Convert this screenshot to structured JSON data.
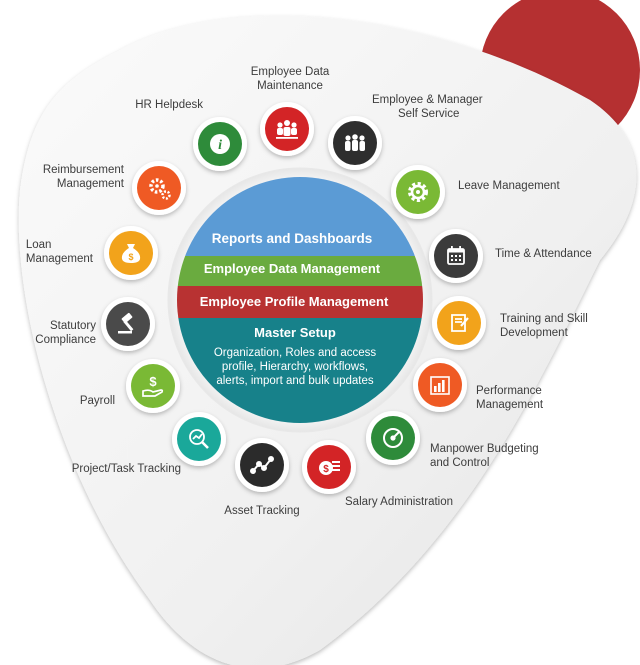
{
  "center": {
    "reports": "Reports and Dashboards",
    "data_mgmt": "Employee Data Management",
    "profile_mgmt": "Employee Profile Management",
    "master_title": "Master Setup",
    "master_lines": [
      "Organization, Roles and access",
      "profile, Hierarchy, workflows,",
      "alerts, import and bulk updates"
    ]
  },
  "modules": [
    {
      "id": "employee-data-maintenance",
      "label": [
        "Employee Data",
        "Maintenance"
      ],
      "color": "#d32426",
      "icon": "people-group-icon"
    },
    {
      "id": "employee-manager-self-service",
      "label": [
        "Employee & Manager",
        "Self Service"
      ],
      "color": "#2e2e2e",
      "icon": "group-presentation-icon"
    },
    {
      "id": "leave-management",
      "label": [
        "Leave Management"
      ],
      "color": "#7ab935",
      "icon": "gear-icon"
    },
    {
      "id": "time-attendance",
      "label": [
        "Time & Attendance"
      ],
      "color": "#3b3b3b",
      "icon": "calendar-icon"
    },
    {
      "id": "training-skill-development",
      "label": [
        "Training and Skill",
        "Development"
      ],
      "color": "#f2a31b",
      "icon": "certificate-icon"
    },
    {
      "id": "performance-management",
      "label": [
        "Performance",
        "Management"
      ],
      "color": "#ef5a24",
      "icon": "bar-chart-icon"
    },
    {
      "id": "manpower-budgeting",
      "label": [
        "Manpower Budgeting",
        "and Control"
      ],
      "color": "#2e8b3a",
      "icon": "gauge-icon"
    },
    {
      "id": "salary-administration",
      "label": [
        "Salary Administration"
      ],
      "color": "#d32426",
      "icon": "money-icon"
    },
    {
      "id": "asset-tracking",
      "label": [
        "Asset Tracking"
      ],
      "color": "#2b2b2b",
      "icon": "trend-line-icon"
    },
    {
      "id": "project-task-tracking",
      "label": [
        "Project/Task Tracking"
      ],
      "color": "#1aa89a",
      "icon": "chart-magnifier-icon"
    },
    {
      "id": "payroll",
      "label": [
        "Payroll"
      ],
      "color": "#7ab935",
      "icon": "hand-dollar-icon"
    },
    {
      "id": "statutory-compliance",
      "label": [
        "Statutory",
        "Compliance"
      ],
      "color": "#4a4a4a",
      "icon": "gavel-icon"
    },
    {
      "id": "loan-management",
      "label": [
        "Loan",
        "Management"
      ],
      "color": "#f2a31b",
      "icon": "money-bag-icon"
    },
    {
      "id": "reimbursement-management",
      "label": [
        "Reimbursement",
        "Management"
      ],
      "color": "#ef5a24",
      "icon": "gears-icon"
    },
    {
      "id": "hr-helpdesk",
      "label": [
        "HR Helpdesk"
      ],
      "color": "#2e8b3a",
      "icon": "info-icon"
    }
  ]
}
